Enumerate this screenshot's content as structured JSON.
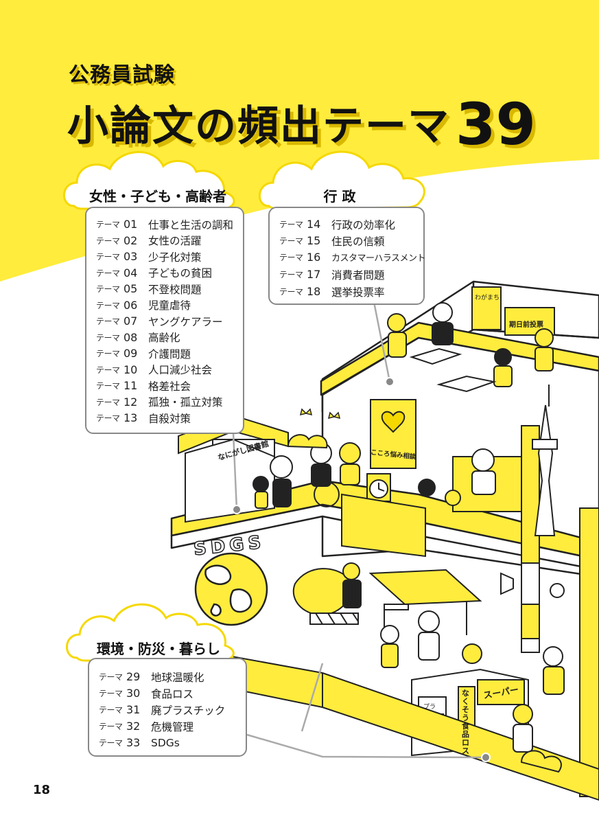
{
  "header": {
    "pre_title": "公務員試験",
    "main_title": "小論文の頻出テーマ",
    "main_number": "39"
  },
  "groups": [
    {
      "label": "女性・子ども・高齢者",
      "items": [
        {
          "prefix": "テーマ",
          "no": "01",
          "title": "仕事と生活の調和"
        },
        {
          "prefix": "テーマ",
          "no": "02",
          "title": "女性の活躍"
        },
        {
          "prefix": "テーマ",
          "no": "03",
          "title": "少子化対策"
        },
        {
          "prefix": "テーマ",
          "no": "04",
          "title": "子どもの貧困"
        },
        {
          "prefix": "テーマ",
          "no": "05",
          "title": "不登校問題"
        },
        {
          "prefix": "テーマ",
          "no": "06",
          "title": "児童虐待"
        },
        {
          "prefix": "テーマ",
          "no": "07",
          "title": "ヤングケアラー"
        },
        {
          "prefix": "テーマ",
          "no": "08",
          "title": "高齢化"
        },
        {
          "prefix": "テーマ",
          "no": "09",
          "title": "介護問題"
        },
        {
          "prefix": "テーマ",
          "no": "10",
          "title": "人口減少社会"
        },
        {
          "prefix": "テーマ",
          "no": "11",
          "title": "格差社会"
        },
        {
          "prefix": "テーマ",
          "no": "12",
          "title": "孤独・孤立対策"
        },
        {
          "prefix": "テーマ",
          "no": "13",
          "title": "自殺対策"
        }
      ]
    },
    {
      "label": "行 政",
      "items": [
        {
          "prefix": "テーマ",
          "no": "14",
          "title": "行政の効率化"
        },
        {
          "prefix": "テーマ",
          "no": "15",
          "title": "住民の信頼"
        },
        {
          "prefix": "テーマ",
          "no": "16",
          "title": "カスタマーハラスメント"
        },
        {
          "prefix": "テーマ",
          "no": "17",
          "title": "消費者問題"
        },
        {
          "prefix": "テーマ",
          "no": "18",
          "title": "選挙投票率"
        }
      ]
    },
    {
      "label": "環境・防災・暮らし",
      "items": [
        {
          "prefix": "テーマ",
          "no": "29",
          "title": "地球温暖化"
        },
        {
          "prefix": "テーマ",
          "no": "30",
          "title": "食品ロス"
        },
        {
          "prefix": "テーマ",
          "no": "31",
          "title": "廃プラスチック"
        },
        {
          "prefix": "テーマ",
          "no": "32",
          "title": "危機管理"
        },
        {
          "prefix": "テーマ",
          "no": "33",
          "title": "SDGs"
        }
      ]
    }
  ],
  "illustration": {
    "sdgs_label": "SDGS",
    "library_sign": "なにがし図書館",
    "counseling_sign": "こころ悩み相談",
    "town_sign": "わがまち",
    "vote_sign": "期日前投票",
    "super_sign": "スーパー",
    "foodloss_sign": "なくそう食品ロス",
    "recycle_sign": "プラ"
  },
  "colors": {
    "accent": "#ffec3d",
    "accent_dark": "#f5d800",
    "title_shadow": "#d9b800",
    "line": "#222222",
    "box_border": "#888888"
  },
  "page": {
    "number": "18"
  }
}
